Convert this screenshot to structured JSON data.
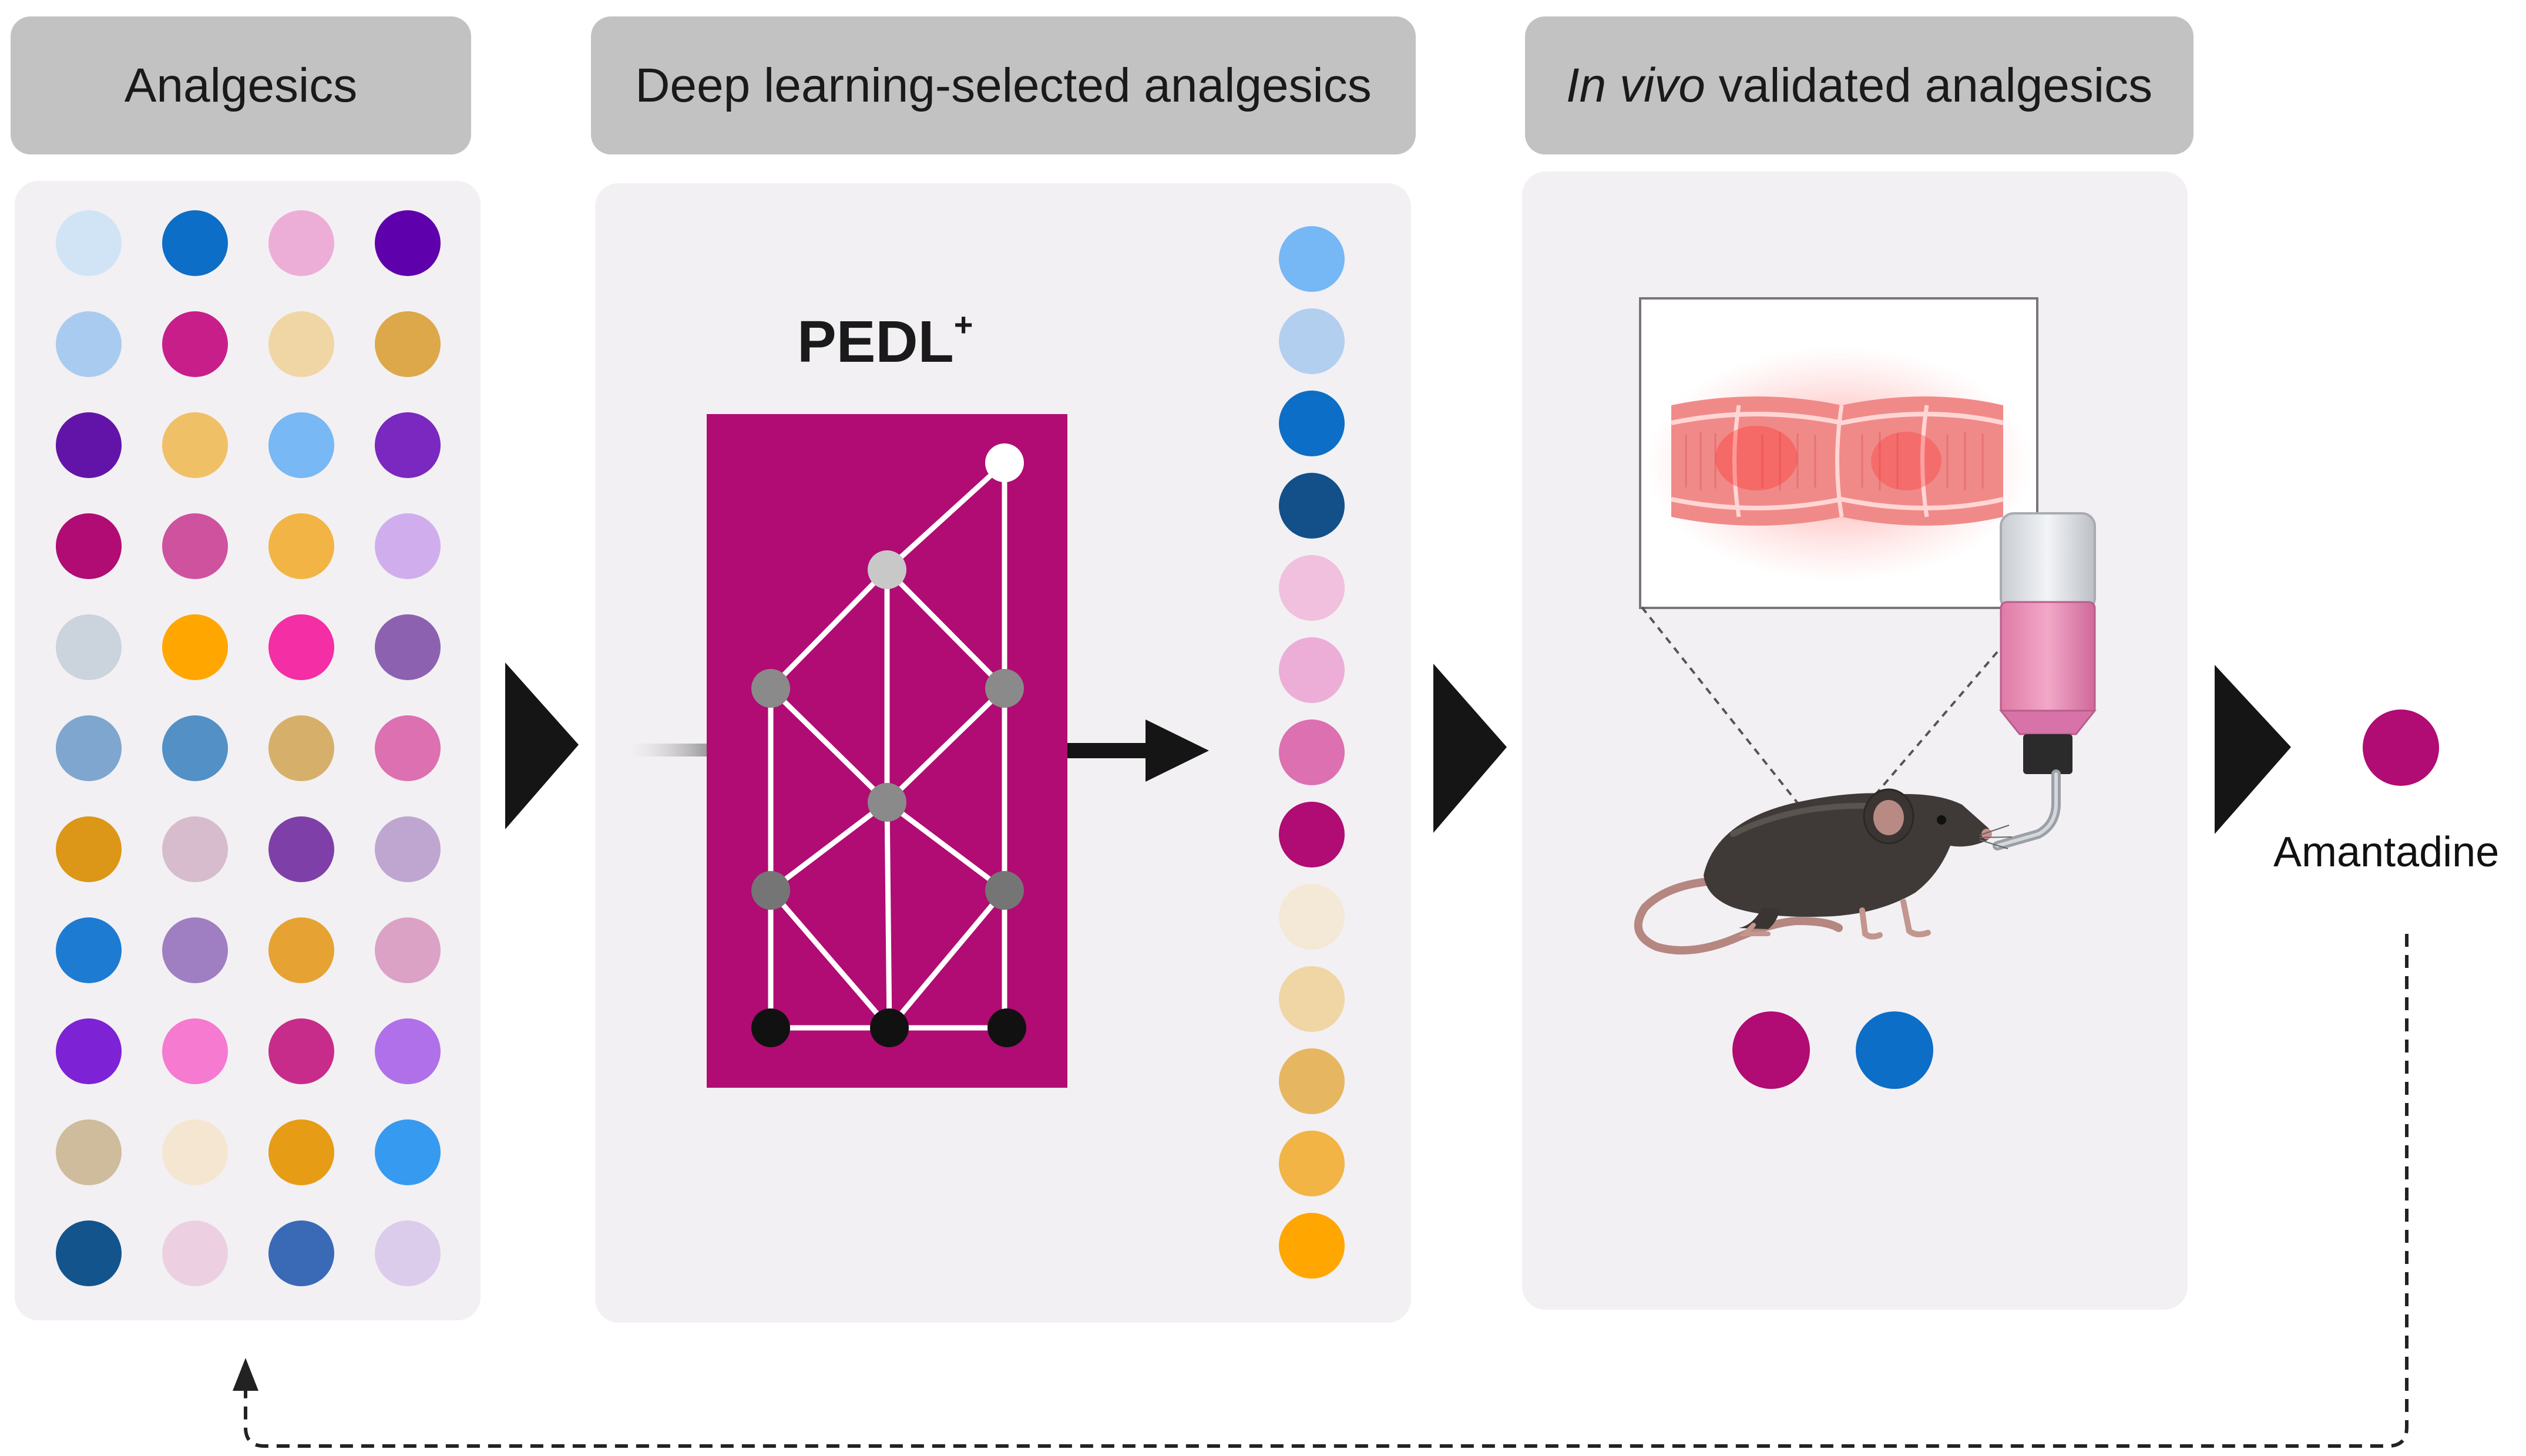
{
  "headers": {
    "analgesics": "Analgesics",
    "deep_learning": "Deep learning-selected analgesics",
    "in_vivo_italic": "In vivo",
    "in_vivo_rest": " validated analgesics"
  },
  "model": {
    "name": "PEDL",
    "superscript": "+"
  },
  "result_label": "Amantadine",
  "colors": {
    "panel_bg": "#f2f0f3",
    "header_bg": "#c2c2c2",
    "network_bg": "#b00c73",
    "amantadine": "#b00c73",
    "arrow": "#151515"
  },
  "analgesic_grid": [
    [
      "#d0e4f6",
      "#0c6ec6",
      "#ecaed6",
      "#5f00ad"
    ],
    [
      "#aacbf0",
      "#c81e8a",
      "#f0d6a4",
      "#dca84a"
    ],
    [
      "#6314a8",
      "#f0c066",
      "#78b8f4",
      "#7a28bf"
    ],
    [
      "#b00c73",
      "#cf529e",
      "#f2b444",
      "#d0aeee"
    ],
    [
      "#cbd3dc",
      "#ffa600",
      "#f42ea4",
      "#8c62b0"
    ],
    [
      "#7ea6ce",
      "#5290c6",
      "#d6b06a",
      "#dc70b0"
    ],
    [
      "#dc9618",
      "#d6bccc",
      "#7e40a8",
      "#bea6d0"
    ],
    [
      "#1e7bd2",
      "#a07ec2",
      "#e6a232",
      "#dca2c6"
    ],
    [
      "#7e22d6",
      "#f67ad0",
      "#c82c8a",
      "#b070ea"
    ],
    [
      "#cfbc9c",
      "#f4e6d0",
      "#e69c14",
      "#369af0"
    ],
    [
      "#14548c",
      "#ecd0e2",
      "#3a6ab6",
      "#dccceb"
    ]
  ],
  "selected_list": [
    "#76b7f6",
    "#b2cff0",
    "#0c6ec6",
    "#13508a",
    "#f0c0de",
    "#ecaed6",
    "#dc70b0",
    "#b00c73",
    "#f4e8d6",
    "#f0d6a4",
    "#e6b660",
    "#f2b444",
    "#ffa600"
  ],
  "validated": [
    "#b00c73",
    "#0c6ec6"
  ],
  "icons": [
    "network-icon",
    "mouse-icon",
    "water-bottle-icon",
    "colon-tissue-icon"
  ]
}
